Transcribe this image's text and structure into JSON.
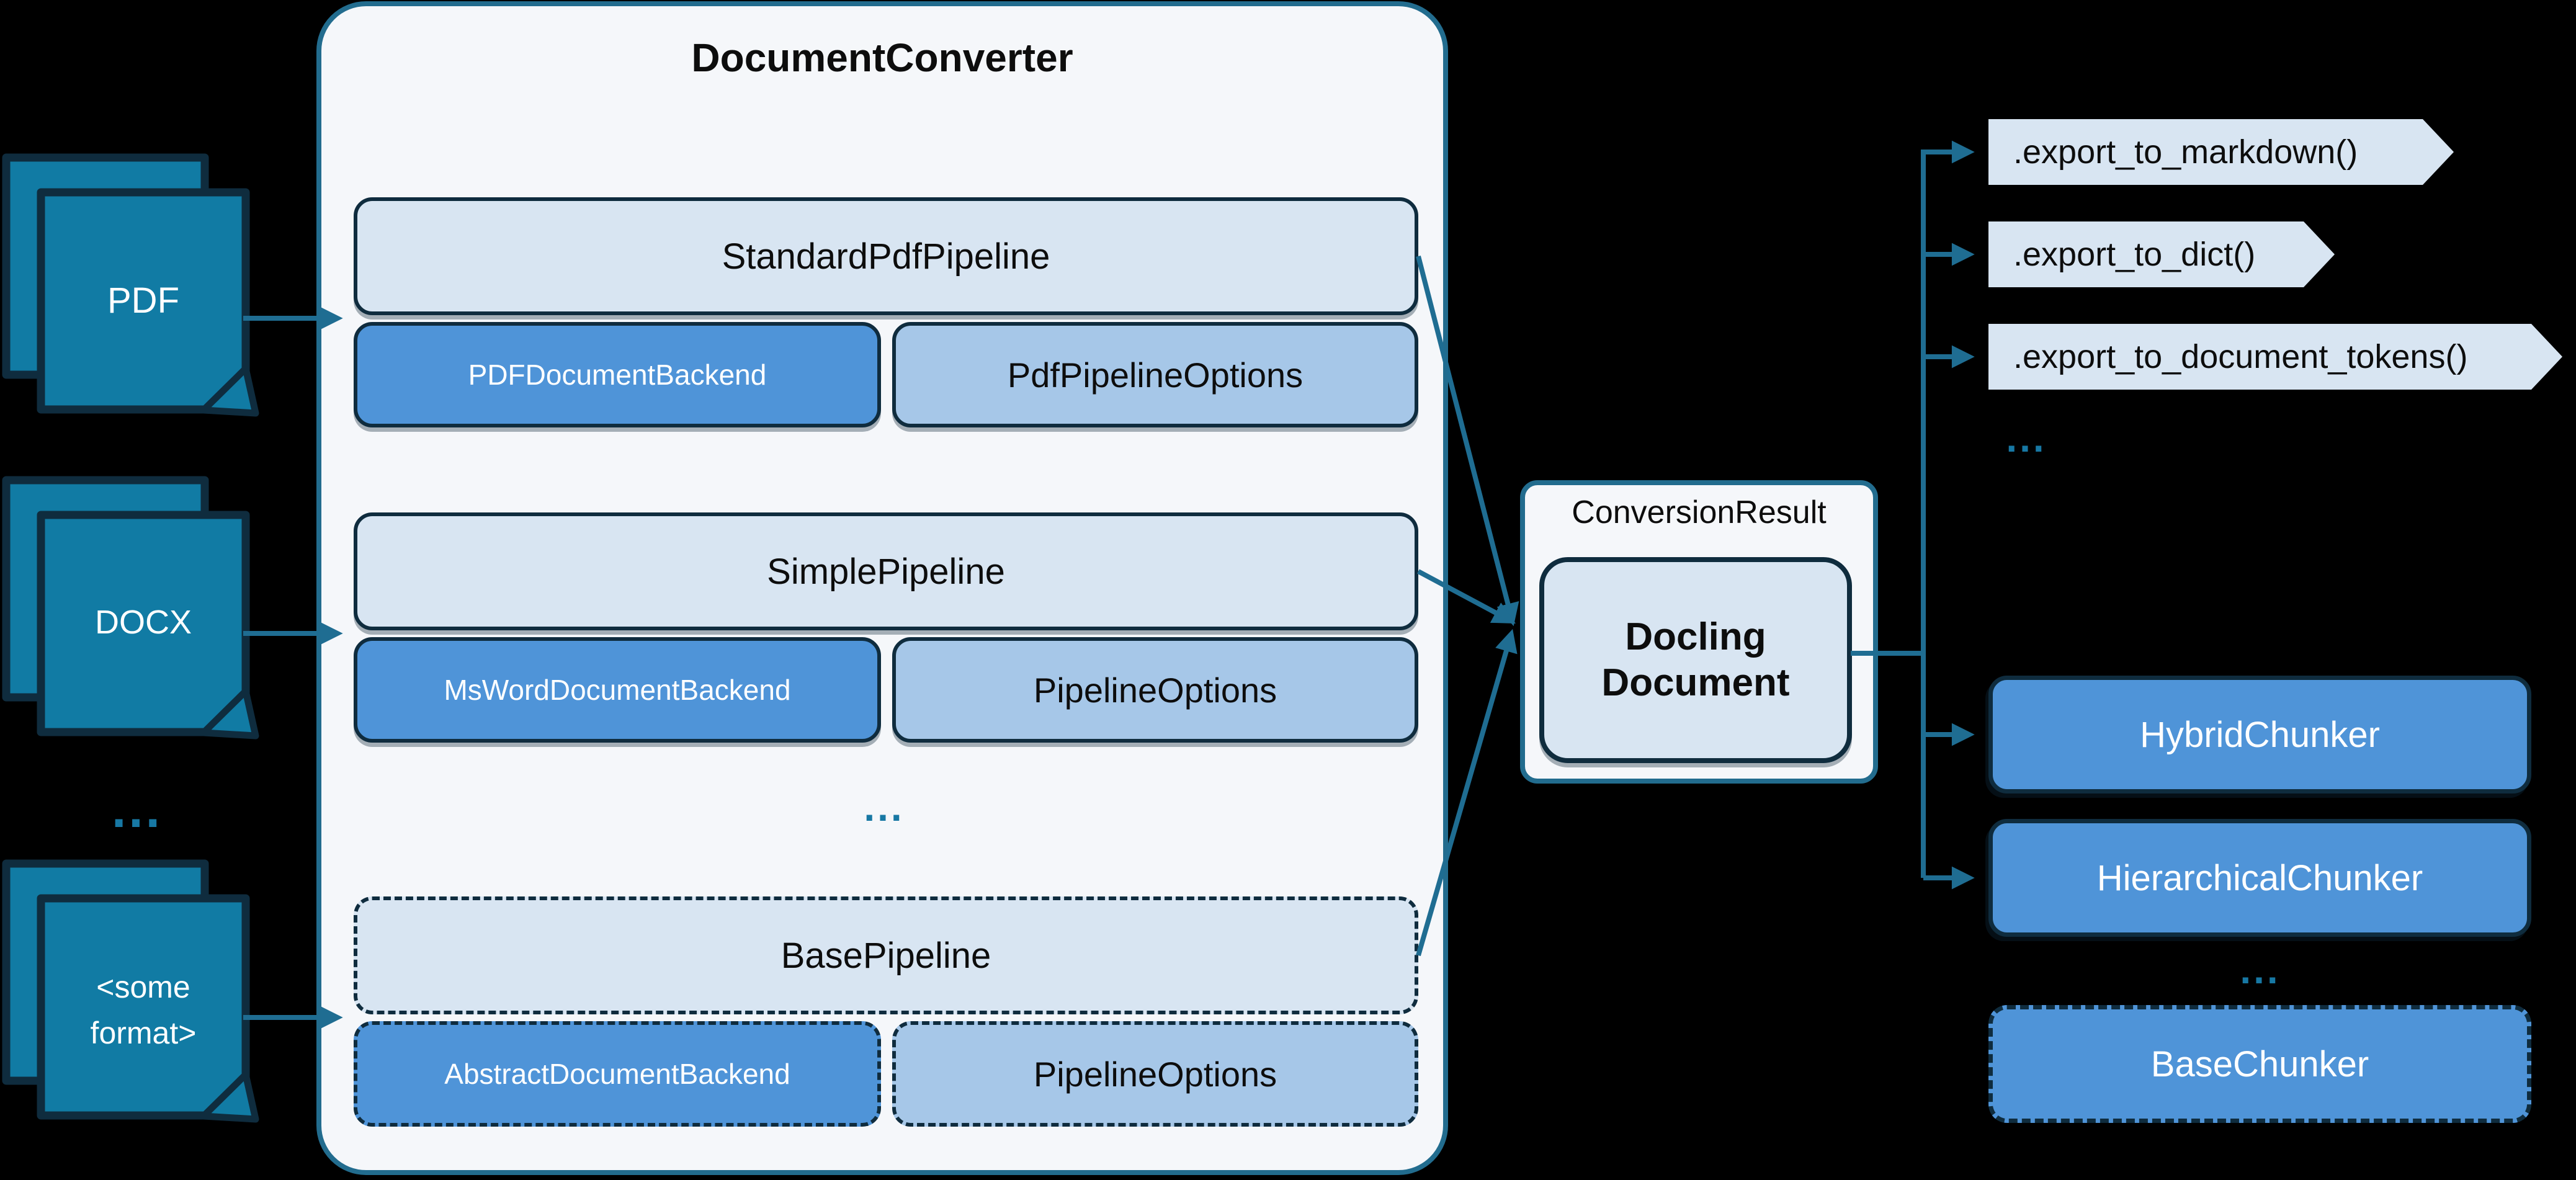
{
  "palette": {
    "background": "#000000",
    "teal_border": "#226C8E",
    "panel_fill": "#F5F7FA",
    "light_blue": "#D8E5F2",
    "mid_blue": "#4F94D8",
    "pale_blue": "#A6C7E8",
    "navy_outline": "#0F2C3E",
    "arrow_teal": "#1F6D92",
    "doc_icon_teal": "#117BA4"
  },
  "inputs": [
    {
      "label": "PDF"
    },
    {
      "label": "DOCX"
    },
    {
      "line1": "<some",
      "line2": "format>"
    }
  ],
  "input_ellipsis": "...",
  "converter": {
    "title": "DocumentConverter",
    "pipelines": [
      {
        "name": "StandardPdfPipeline",
        "backend": "PDFDocumentBackend",
        "options": "PdfPipelineOptions"
      },
      {
        "name": "SimplePipeline",
        "backend": "MsWordDocumentBackend",
        "options": "PipelineOptions"
      },
      {
        "name": "BasePipeline",
        "backend": "AbstractDocumentBackend",
        "options": "PipelineOptions"
      }
    ],
    "ellipsis": "..."
  },
  "result": {
    "label": "ConversionResult",
    "document_line1": "Docling",
    "document_line2": "Document"
  },
  "exports": {
    "methods": [
      ".export_to_markdown()",
      ".export_to_dict()",
      ".export_to_document_tokens()"
    ],
    "ellipsis": "..."
  },
  "chunkers": {
    "items": [
      "HybridChunker",
      "HierarchicalChunker"
    ],
    "ellipsis": "...",
    "base": "BaseChunker"
  }
}
